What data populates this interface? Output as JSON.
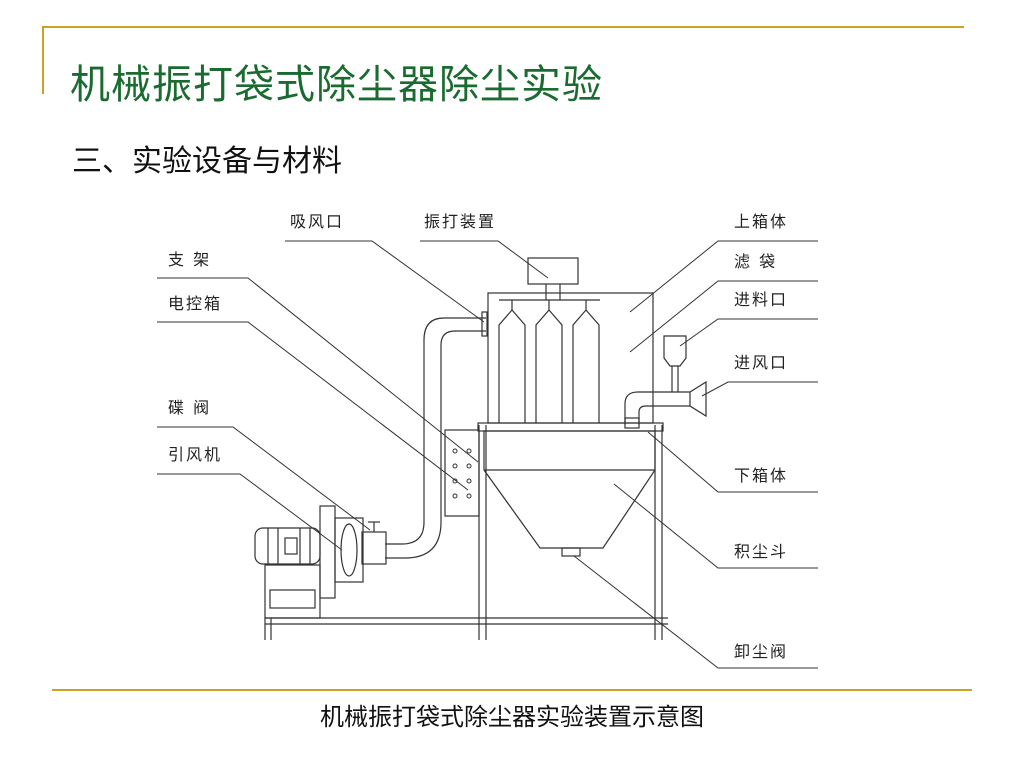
{
  "slide": {
    "title": "机械振打袋式除尘器除尘实验",
    "section": "三、实验设备与材料",
    "caption": "机械振打袋式除尘器实验装置示意图"
  },
  "labels": {
    "inlet_port": "吸风口",
    "shaker": "振打装置",
    "upper_box": "上箱体",
    "frame": "支 架",
    "filter_bag": "滤 袋",
    "control_box": "电控箱",
    "feed_port": "进料口",
    "air_inlet": "进风口",
    "butterfly_valve": "碟 阀",
    "fan": "引风机",
    "lower_box": "下箱体",
    "hopper": "积尘斗",
    "discharge_valve": "卸尘阀"
  },
  "colors": {
    "title": "#1a6b2f",
    "accent_line": "#c9a227",
    "drawing": "#333333"
  }
}
